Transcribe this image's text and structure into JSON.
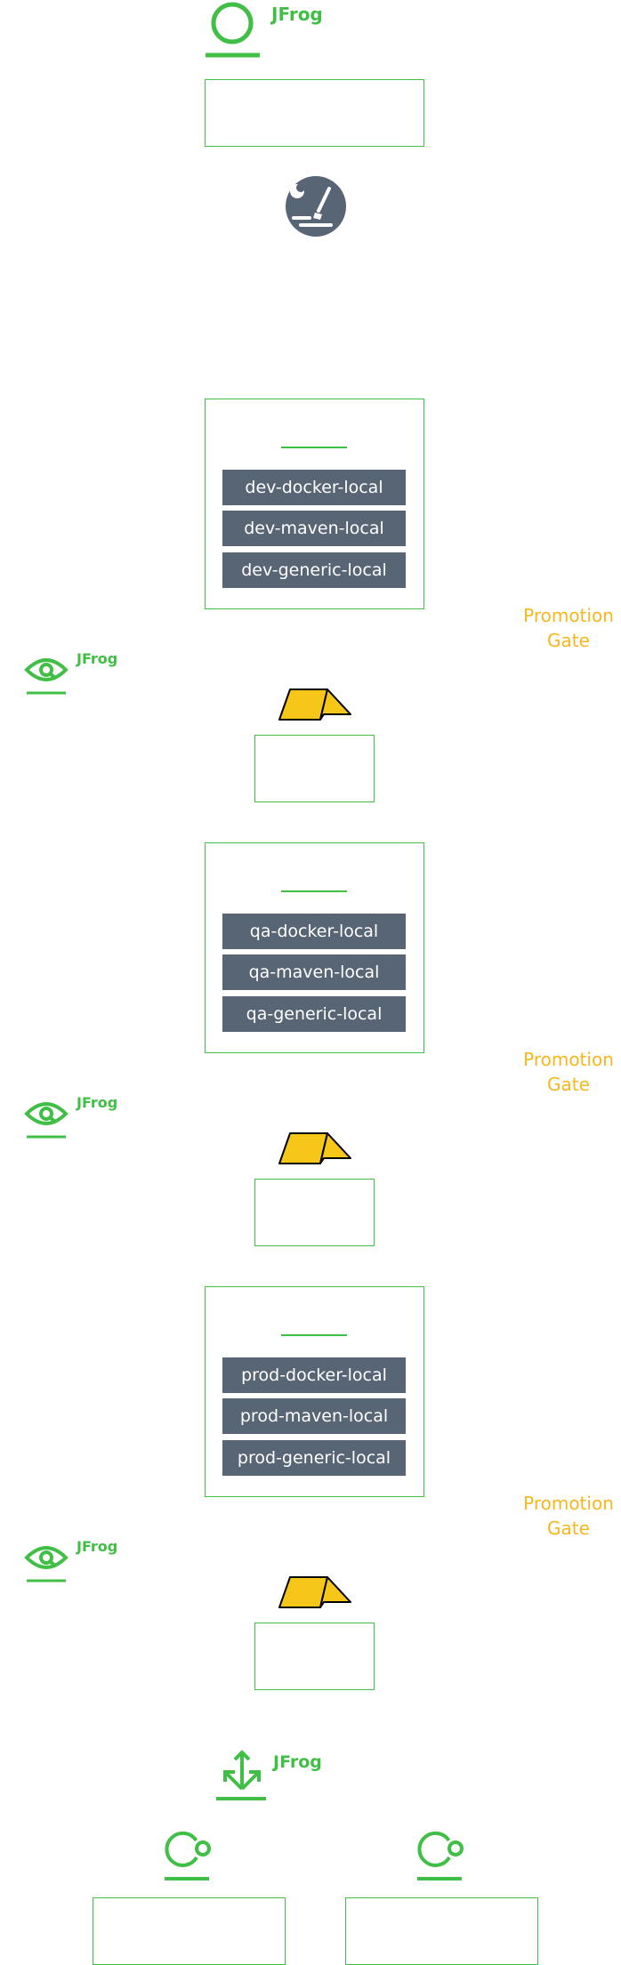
{
  "header": {
    "brand": "JFrog",
    "icon": "ring-icon",
    "tool_icon": "build-tool-icon"
  },
  "stages": [
    {
      "repos": [
        "dev-docker-local",
        "dev-maven-local",
        "dev-generic-local"
      ],
      "gate_label": "Promotion Gate",
      "watcher_brand": "JFrog",
      "watcher_icon": "eye-icon",
      "gate_icon": "gate-flag-icon"
    },
    {
      "repos": [
        "qa-docker-local",
        "qa-maven-local",
        "qa-generic-local"
      ],
      "gate_label": "Promotion Gate",
      "watcher_brand": "JFrog",
      "watcher_icon": "eye-icon",
      "gate_icon": "gate-flag-icon"
    },
    {
      "repos": [
        "prod-docker-local",
        "prod-maven-local",
        "prod-generic-local"
      ],
      "gate_label": "Promotion Gate",
      "watcher_brand": "JFrog",
      "watcher_icon": "eye-icon",
      "gate_icon": "gate-flag-icon"
    }
  ],
  "distribution": {
    "brand": "JFrog",
    "icon": "distribution-icon",
    "edge_icon": "edge-node-icon"
  },
  "colors": {
    "green": "#40be46",
    "repo_bg": "#586575",
    "gate_yellow": "#f6c718",
    "gate_text": "#f6b71e",
    "tool_bg": "#586575"
  }
}
